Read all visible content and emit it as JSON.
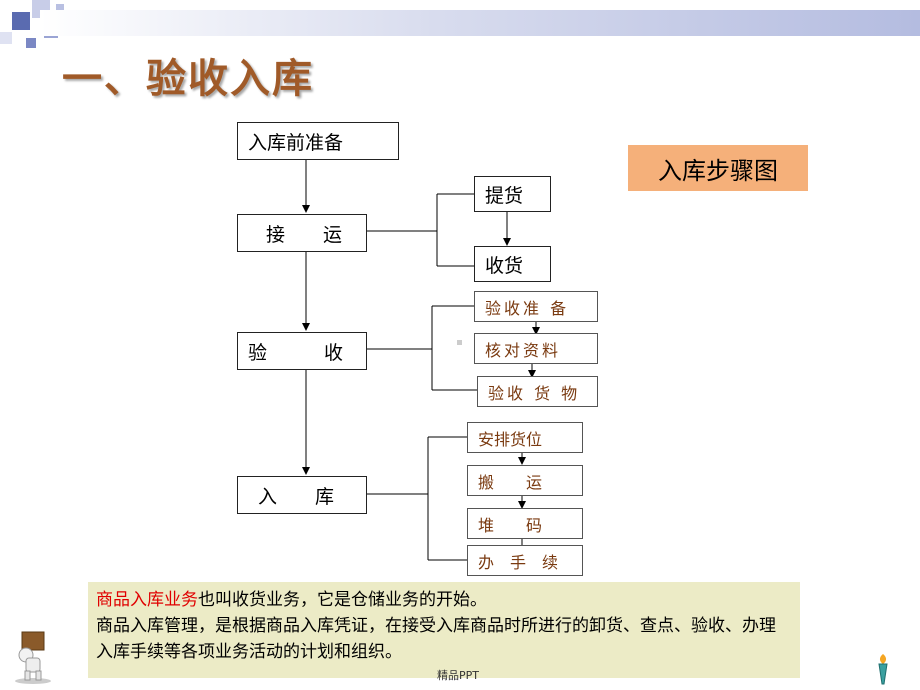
{
  "slide": {
    "title": "一、验收入库",
    "tag": "入库步骤图",
    "footer": "精品PPT"
  },
  "flow": {
    "main": [
      {
        "label": "入库前准备"
      },
      {
        "label": "接　　运"
      },
      {
        "label": "验　　　收"
      },
      {
        "label": "入　　库"
      }
    ],
    "transport": [
      {
        "label": "提货"
      },
      {
        "label": "收货"
      }
    ],
    "inspection": [
      {
        "label": "验收准 备"
      },
      {
        "label": "核对资料"
      },
      {
        "label": "验收 货 物"
      }
    ],
    "storage": [
      {
        "label": "安排货位"
      },
      {
        "label": "搬　　运"
      },
      {
        "label": "堆　　码"
      },
      {
        "label": "办　手　续"
      }
    ]
  },
  "note": {
    "highlight": "商品入库业务",
    "line1_rest": "也叫收货业务，它是仓储业务的开始。",
    "line2": "商品入库管理，是根据商品入库凭证，在接受入库商品时所进行的卸货、查点、验收、办理入库手续等各项业务活动的计划和组织。"
  },
  "colors": {
    "title": "#a05a28",
    "tag_bg": "#f5b07a",
    "note_bg": "#ecebc6",
    "highlight": "#e00000",
    "sub_text": "#7a3a10"
  }
}
